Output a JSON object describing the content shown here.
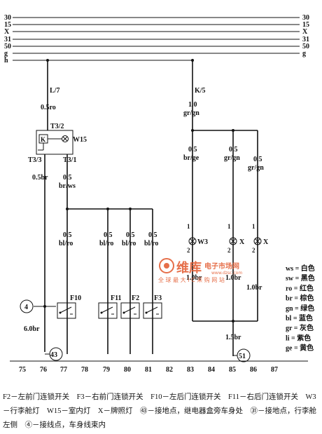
{
  "bus_lines": [
    {
      "left": "30",
      "right": "30"
    },
    {
      "left": "15",
      "right": "15"
    },
    {
      "left": "X",
      "right": "X"
    },
    {
      "left": "31",
      "right": "31"
    },
    {
      "left": "50",
      "right": "50"
    },
    {
      "left": "g",
      "right": "g"
    },
    {
      "left": "h",
      "right": ""
    }
  ],
  "wire_labels": {
    "l7": "L/7",
    "k5": "K/5",
    "w_05ro": "0.5ro",
    "w_10grgn_1": "1.0",
    "w_10grgn_2": "gr/gn",
    "t32": "T3/2",
    "w15": "W15",
    "t33": "T3/3",
    "t31": "T3/1",
    "w_05br": "0.5br",
    "w_05brws_1": "0.5",
    "w_05brws_2": "br/ws",
    "b1_1": "0.5",
    "b1_2": "bl/ro",
    "b2_1": "0.5",
    "b2_2": "bl/ro",
    "b3_1": "0.5",
    "b3_2": "bl/ro",
    "b4_1": "0.5",
    "b4_2": "bl/ro",
    "r1_1": "0.5",
    "r1_2": "br/ge",
    "r2_1": "0.5",
    "r2_2": "gr/gn",
    "r3_1": "0.5",
    "r3_2": "gr/gn",
    "pin1a": "1",
    "pin1b": "1",
    "pin1c": "1",
    "pin2a": "2",
    "pin2b": "2",
    "pin2c": "2",
    "w3": "W3",
    "xa": "X",
    "xb": "X",
    "r_10br_1": "1.0br",
    "r_10br_2": "1.0br",
    "r_10br_3": "1.0br",
    "f10": "F10",
    "f11": "F11",
    "f2": "F2",
    "f3": "F3",
    "w_60br": "6.0br",
    "w_15br": "1.5br",
    "gnd4": "4",
    "gnd43": "43",
    "gnd51": "51"
  },
  "terminals": [
    "75",
    "76",
    "77",
    "78",
    "79",
    "80",
    "81",
    "82",
    "83",
    "84",
    "85",
    "86",
    "87"
  ],
  "watermark": {
    "brand": "维库",
    "sub": "电子市场网",
    "line2": "全 球 最 大 I C 采 购 网 站",
    "url": "www.dzsc.com"
  },
  "color_legend": [
    {
      "code": "ws",
      "meaning": "白色"
    },
    {
      "code": "sw",
      "meaning": "黑色"
    },
    {
      "code": "ro",
      "meaning": "红色"
    },
    {
      "code": "br",
      "meaning": "棕色"
    },
    {
      "code": "gn",
      "meaning": "绿色"
    },
    {
      "code": "bl",
      "meaning": "蓝色"
    },
    {
      "code": "gr",
      "meaning": "灰色"
    },
    {
      "code": "li",
      "meaning": "紫色"
    },
    {
      "code": "ge",
      "meaning": "黄色"
    }
  ],
  "caption": "F2－左前门连锁开关　F3－右前门连锁开关　F10－左后门连锁开关　F11－右后门连锁开关　W3－行李舱灯　W15－室内灯　X－牌照灯　㊸－接地点，继电器盒旁车身处　㉛－接地点，行李舱左侧　④－接线点，车身线束内",
  "colors": {
    "ink": "#111111",
    "watermark": "#e2572b",
    "background": "#ffffff"
  }
}
